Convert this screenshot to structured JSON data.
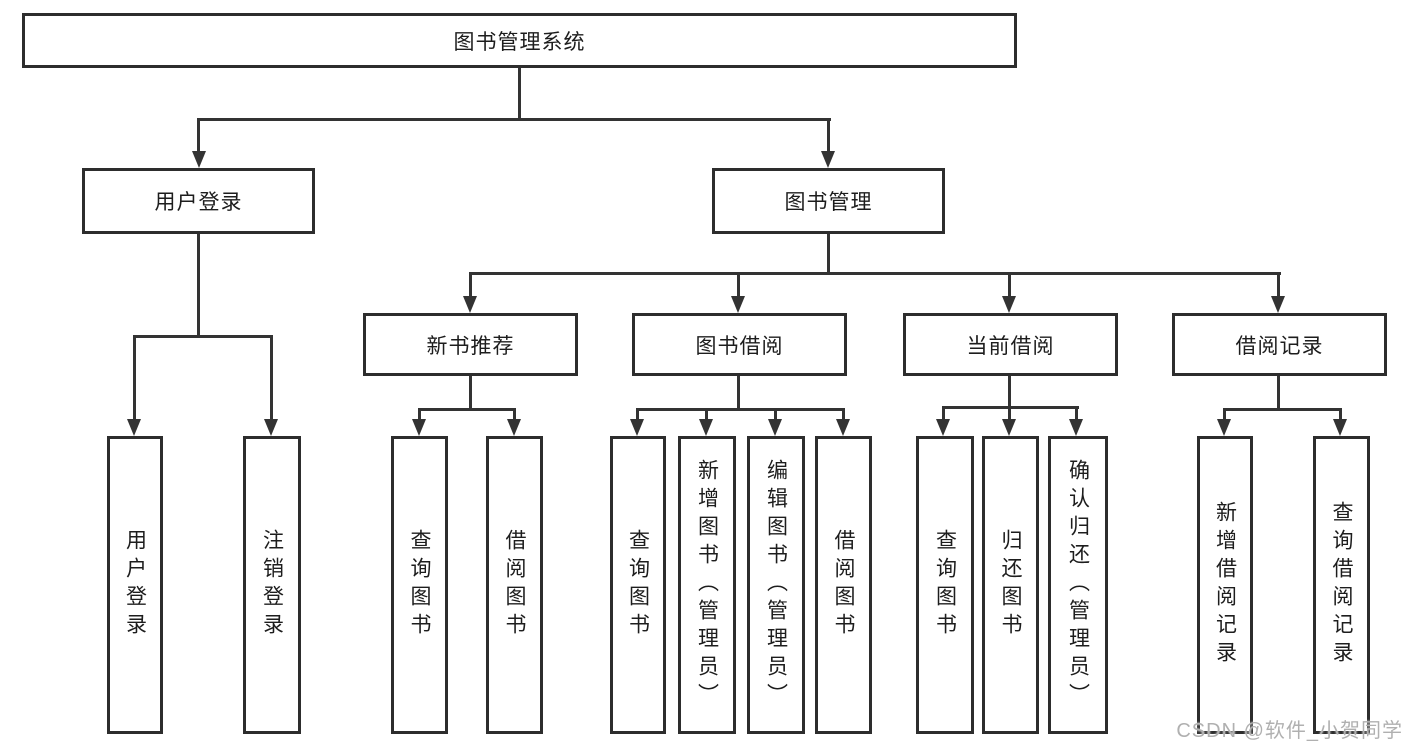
{
  "diagram_title": "图书管理系统",
  "nodes": {
    "root": "图书管理系统",
    "user_login": "用户登录",
    "book_mgmt": "图书管理",
    "new_book_rec": "新书推荐",
    "book_borrow": "图书借阅",
    "current_borrow": "当前借阅",
    "borrow_records": "借阅记录",
    "user_login_children": {
      "login": "用户登录",
      "logout": "注销登录"
    },
    "new_book_rec_children": {
      "query": "查询图书",
      "borrow": "借阅图书"
    },
    "book_borrow_children": {
      "query": "查询图书",
      "add": "新增图书（管理员）",
      "edit": "编辑图书（管理员）",
      "borrow": "借阅图书"
    },
    "current_borrow_children": {
      "query": "查询图书",
      "return": "归还图书",
      "confirm": "确认归还（管理员）"
    },
    "borrow_records_children": {
      "add": "新增借阅记录",
      "query": "查询借阅记录"
    }
  },
  "watermark": {
    "text": "CSDN @软件_小贺同学"
  },
  "colors": {
    "line": "#333333",
    "box_border": "#2d2d2d",
    "text": "#1d1d1d",
    "watermark": "#b0b0b0",
    "background": "#ffffff"
  }
}
